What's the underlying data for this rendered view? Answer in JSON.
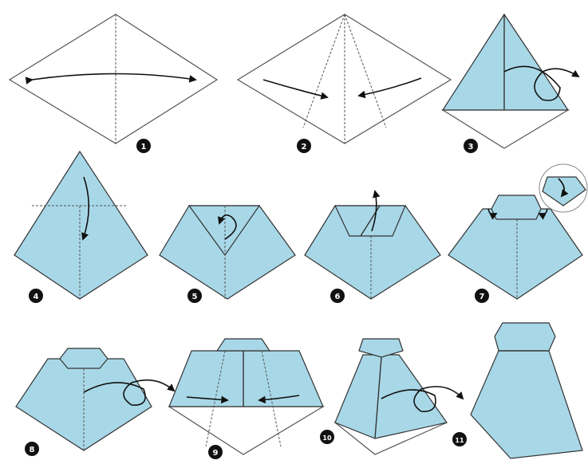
{
  "colors": {
    "paper_blue": "#a8d8e8",
    "outline": "#333333",
    "badge": "#111111"
  },
  "steps": [
    {
      "number": "1"
    },
    {
      "number": "2"
    },
    {
      "number": "3"
    },
    {
      "number": "4"
    },
    {
      "number": "5"
    },
    {
      "number": "6"
    },
    {
      "number": "7"
    },
    {
      "number": "8"
    },
    {
      "number": "9"
    },
    {
      "number": "10"
    },
    {
      "number": "11"
    }
  ]
}
